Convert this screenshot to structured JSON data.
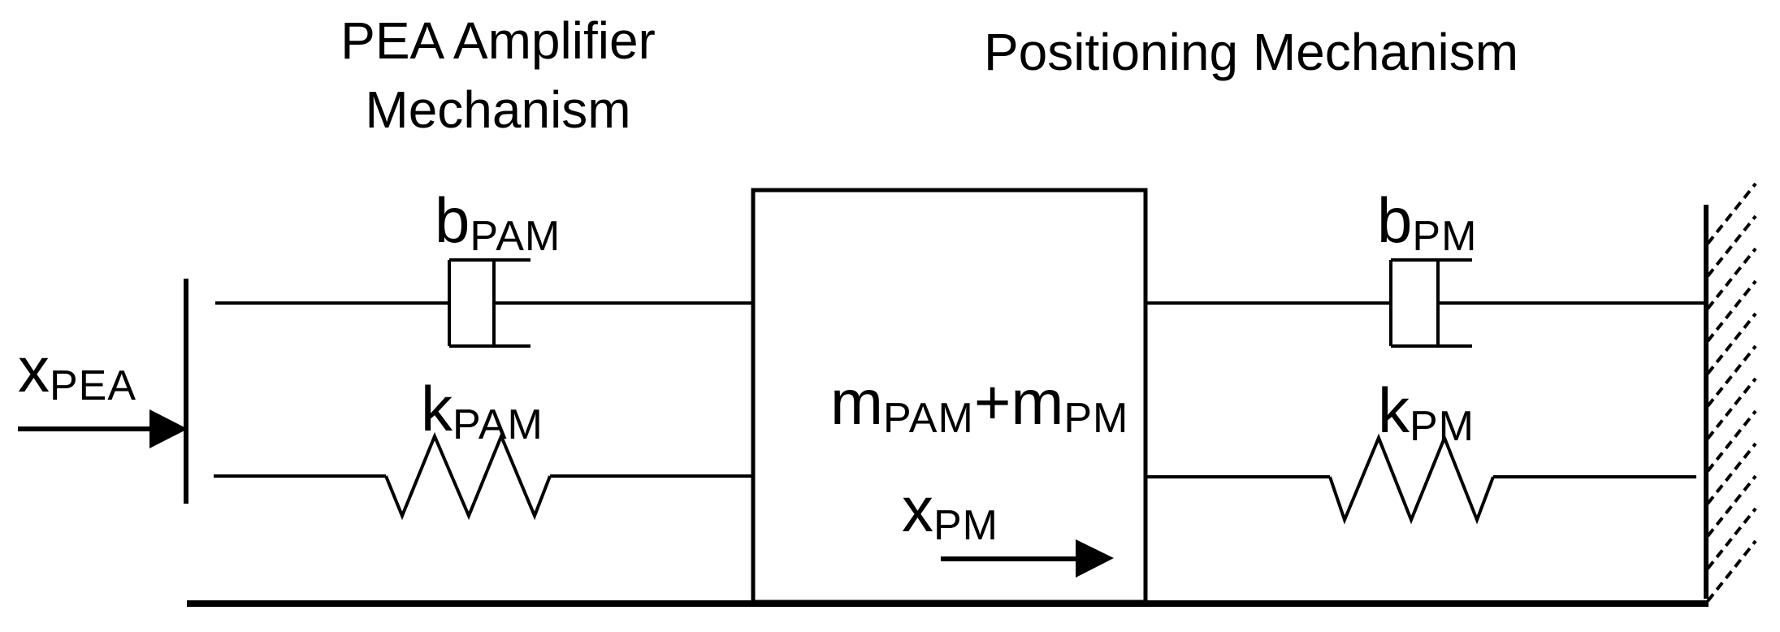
{
  "titles": {
    "pam": {
      "line1": "PEA Amplifier",
      "line2": "Mechanism"
    },
    "pm": {
      "label": "Positioning Mechanism"
    }
  },
  "labels": {
    "x_pea": {
      "main": "x",
      "sub": "PEA"
    },
    "b_pam": {
      "main": "b",
      "sub": "PAM"
    },
    "k_pam": {
      "main": "k",
      "sub": "PAM"
    },
    "mass": {
      "m1": "m",
      "m1_sub": "PAM",
      "plus": "+",
      "m2": "m",
      "m2_sub": "PM"
    },
    "x_pm": {
      "main": "x",
      "sub": "PM"
    },
    "b_pm": {
      "main": "b",
      "sub": "PM"
    },
    "k_pm": {
      "main": "k",
      "sub": "PM"
    }
  },
  "colors": {
    "ink": "#000000",
    "background": "#ffffff"
  }
}
